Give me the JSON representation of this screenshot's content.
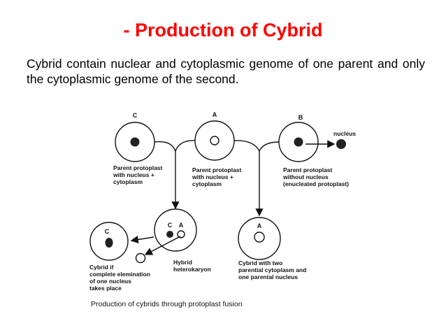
{
  "title": "- Production of Cybrid",
  "paragraph": "Cybrid contain nuclear and cytoplasmic genome of one parent and only the cytoplasmic genome of the second.",
  "diagram": {
    "parents": [
      {
        "letter": "C",
        "label": [
          "Parent protoplast",
          "with nucleus +",
          "cytoplasm"
        ]
      },
      {
        "letter": "A",
        "label": [
          "Parent protoplast",
          "with nucleus +",
          "cytoplasm"
        ]
      },
      {
        "letter": "B",
        "label": [
          "Parent protoplast",
          "without nucleus",
          "(enucleated protoplast)"
        ]
      }
    ],
    "nucleus_label": "nucleus",
    "hybrid": {
      "letters": [
        "C",
        "A"
      ],
      "label": [
        "Hybrid",
        "heterokaryon"
      ]
    },
    "cybrid_left": {
      "letter": "C",
      "label": [
        "Cybrid if",
        "complete elemination",
        "of one nucleus",
        "takes place"
      ]
    },
    "cybrid_right": {
      "letter": "A",
      "label": [
        "Cybrid with two",
        "parential cytoplasm and",
        "one parental nucleus"
      ]
    },
    "caption": "Production of cybrids through protoplast fusion"
  }
}
